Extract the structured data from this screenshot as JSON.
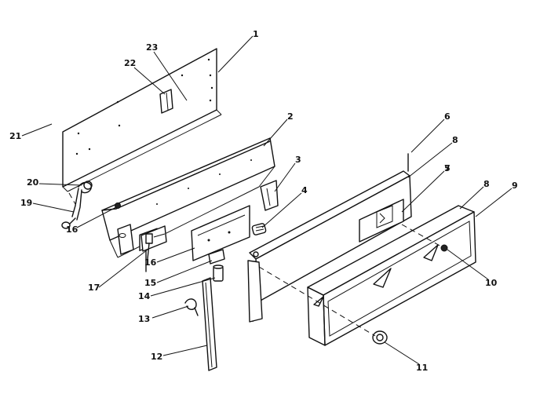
{
  "diagram": {
    "callouts": [
      {
        "id": "c1",
        "text": "1"
      },
      {
        "id": "c2",
        "text": "2"
      },
      {
        "id": "c3",
        "text": "3"
      },
      {
        "id": "c4",
        "text": "4"
      },
      {
        "id": "c5",
        "text": "5"
      },
      {
        "id": "c6",
        "text": "6"
      },
      {
        "id": "c7",
        "text": "7"
      },
      {
        "id": "c8a",
        "text": "8"
      },
      {
        "id": "c8b",
        "text": "8"
      },
      {
        "id": "c9",
        "text": "9"
      },
      {
        "id": "c10",
        "text": "10"
      },
      {
        "id": "c11",
        "text": "11"
      },
      {
        "id": "c12",
        "text": "12"
      },
      {
        "id": "c13",
        "text": "13"
      },
      {
        "id": "c14",
        "text": "14"
      },
      {
        "id": "c15",
        "text": "15"
      },
      {
        "id": "c16a",
        "text": "16"
      },
      {
        "id": "c16b",
        "text": "16"
      },
      {
        "id": "c17",
        "text": "17"
      },
      {
        "id": "c19",
        "text": "19"
      },
      {
        "id": "c20",
        "text": "20"
      },
      {
        "id": "c21",
        "text": "21"
      },
      {
        "id": "c22",
        "text": "22"
      },
      {
        "id": "c23",
        "text": "23"
      }
    ]
  }
}
